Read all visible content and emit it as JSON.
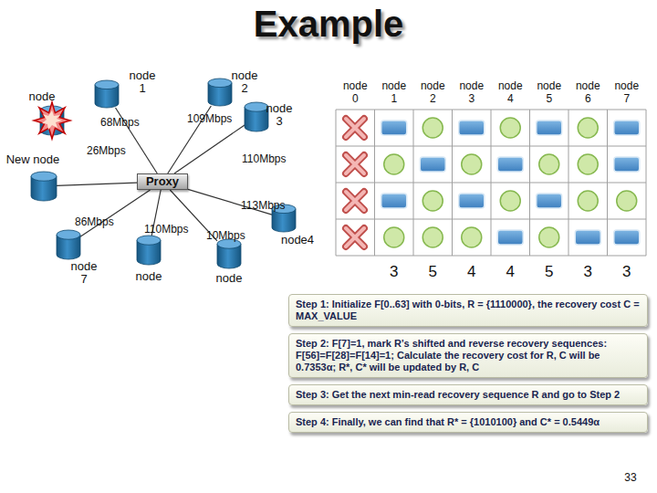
{
  "diagram": {
    "title": "Example",
    "nodes": [
      {
        "text": [
          "node 1"
        ]
      },
      {
        "text": [
          "node 2"
        ]
      },
      {
        "text": [
          "node"
        ]
      },
      {
        "text": [
          "node 3"
        ]
      },
      {
        "text": [
          "New node"
        ]
      },
      {
        "text": [
          "Proxy"
        ]
      },
      {
        "text": [
          "node 7"
        ]
      },
      {
        "text": [
          "node"
        ]
      },
      {
        "text": [
          "node"
        ]
      },
      {
        "text": [
          "node4"
        ]
      },
      {
        "text": [
          "Step 1: Initialize F[0..63] with 0-bits, R = {1110000}, the recovery cost C = MAX_VALUE"
        ]
      },
      {
        "text": [
          "Step 2: F[7]=1, mark R’s shifted and reverse recovery sequences: F[56]=F[28]=F[14]=1; Calculate the recovery cost for R, C will be 0.7353α; R*, C* will be updated by R, C"
        ]
      },
      {
        "text": [
          "Step 3: Get the next min-read recovery sequence R and go to Step 2"
        ]
      },
      {
        "text": [
          "Step 4: Finally, we can find that R* = {1010100} and C* = 0.5449α"
        ]
      }
    ],
    "edges": [
      {
        "from": 5,
        "to": 0,
        "arrow": "none",
        "label": "68Mbps"
      },
      {
        "from": 5,
        "to": 1,
        "arrow": "none",
        "label": "109Mbps"
      },
      {
        "from": 5,
        "to": 3,
        "arrow": "none",
        "label": "110Mbps"
      },
      {
        "from": 5,
        "to": 4,
        "arrow": "none",
        "label": "26Mbps"
      },
      {
        "from": 5,
        "to": 9,
        "arrow": "none",
        "label": "113Mbps"
      },
      {
        "from": 5,
        "to": 7,
        "arrow": "none",
        "label": "110Mbps"
      },
      {
        "from": 5,
        "to": 8,
        "arrow": "none",
        "label": "10Mbps"
      },
      {
        "from": 5,
        "to": 6,
        "arrow": "none",
        "label": "86Mbps"
      }
    ],
    "labels": [
      "node 0",
      "node 1",
      "node 2",
      "node 3",
      "node 4",
      "node 5",
      "node 6",
      "node 7",
      "3",
      "5",
      "4",
      "4",
      "5",
      "3",
      "3",
      "33"
    ]
  }
}
